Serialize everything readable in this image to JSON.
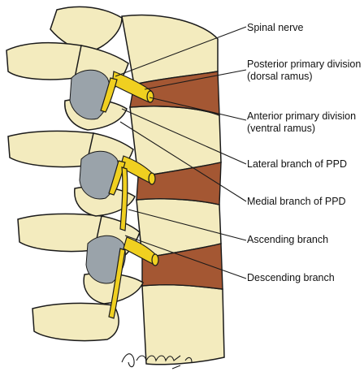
{
  "colors": {
    "bone": "#f3ebbe",
    "disc": "#a45733",
    "nerve": "#f0d020",
    "outline": "#1a1a1a",
    "joint_capsule": "#9aa3aa",
    "background": "#ffffff"
  },
  "labels": [
    {
      "id": "spinal-nerve",
      "lines": [
        "Spinal nerve"
      ]
    },
    {
      "id": "posterior-primary-division",
      "lines": [
        "Posterior primary division",
        "(dorsal ramus)"
      ]
    },
    {
      "id": "anterior-primary-division",
      "lines": [
        "Anterior primary division",
        "(ventral ramus)"
      ]
    },
    {
      "id": "lateral-branch-ppd",
      "lines": [
        "Lateral branch of PPD"
      ]
    },
    {
      "id": "medial-branch-ppd",
      "lines": [
        "Medial branch of PPD"
      ]
    },
    {
      "id": "ascending-branch",
      "lines": [
        "Ascending branch"
      ]
    },
    {
      "id": "descending-branch",
      "lines": [
        "Descending branch"
      ]
    }
  ],
  "signature": "A. Cummings '97"
}
